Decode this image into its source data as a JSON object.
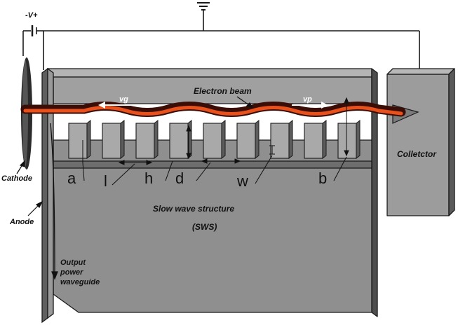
{
  "labels": {
    "supply_voltage": "-V+",
    "cathode": "Cathode",
    "anode": "Anode",
    "electron_beam": "Electron beam",
    "group_velocity": "vg",
    "phase_velocity": "vp",
    "collector": "Colletctor",
    "sws_line1": "Slow wave structure",
    "sws_line2": "(SWS)",
    "output_line1": "Output",
    "output_line2": "power",
    "output_line3": "waveguide"
  },
  "parameters": {
    "a": "a",
    "l": "l",
    "h": "h",
    "d": "d",
    "w": "w",
    "b": "b"
  },
  "colors": {
    "body_gray": "#8c8c8c",
    "body_dark": "#5a5a5a",
    "top_face": "#a8a8a8",
    "beam_dark": "#3a0d06",
    "beam_core": "#e8501c",
    "stroke": "#1a1a1a"
  }
}
